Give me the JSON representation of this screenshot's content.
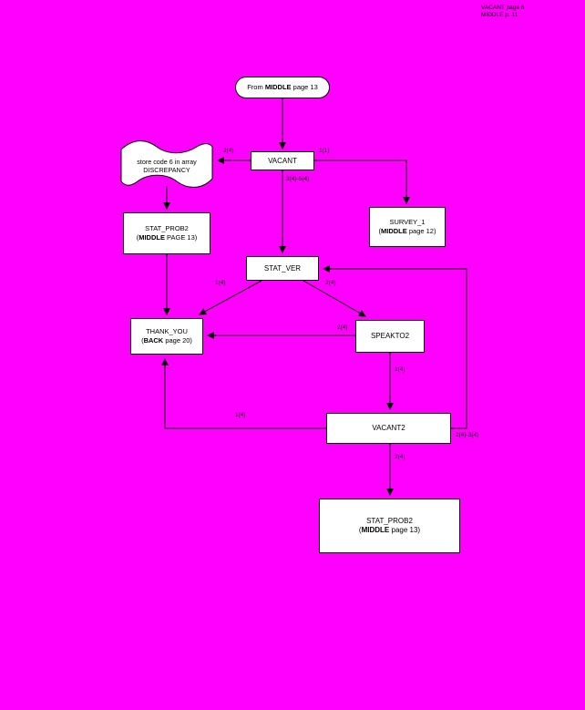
{
  "page": {
    "bg_color": "#FF00FF",
    "box_fill": "#FFFFFF",
    "line_color": "#000000",
    "header": {
      "line1": "VACANT page 6",
      "line2": "MIDDLE p. 11"
    }
  },
  "nodes": {
    "start": {
      "prefix": "From ",
      "bold": "MIDDLE",
      "suffix": " page 13"
    },
    "vacant": {
      "label": "VACANT"
    },
    "store": {
      "line1": "store code 6 in array",
      "line2": "DISCREPANCY"
    },
    "stat_prob2_left": {
      "line1": "STAT_PROB2",
      "open": "(",
      "bold": "MIDDLE",
      "rest": " PAGE 13)"
    },
    "survey_1": {
      "line1": "SURVEY_1",
      "open": "(",
      "bold": "MIDDLE",
      "rest": " page 12)"
    },
    "stat_ver": {
      "label": "STAT_VER"
    },
    "thank_you": {
      "line1": "THANK_YOU",
      "open": "(",
      "bold": "BACK",
      "rest": " page 20)"
    },
    "speakto2": {
      "label": "SPEAKTO2"
    },
    "vacant2": {
      "label": "VACANT2"
    },
    "stat_prob2_bottom": {
      "line1": "STAT_PROB2",
      "open": "(",
      "bold": "MIDDLE",
      "rest": " page 13)"
    }
  },
  "edge_labels": {
    "vacant_to_store": "2(4)",
    "vacant_to_survey": "1(1)",
    "vacant_to_statver": "3(4)-5(4)",
    "statver_to_thankyou": "1(4)",
    "statver_to_speakto": "2(4)",
    "speakto_to_thankyou": "2(4)",
    "speakto_to_vacant2": "1(4)",
    "vacant2_to_thankyou": "1(4)",
    "vacant2_to_statver": "2(4)-3(4)",
    "vacant2_to_statprob2": "2(4)"
  }
}
